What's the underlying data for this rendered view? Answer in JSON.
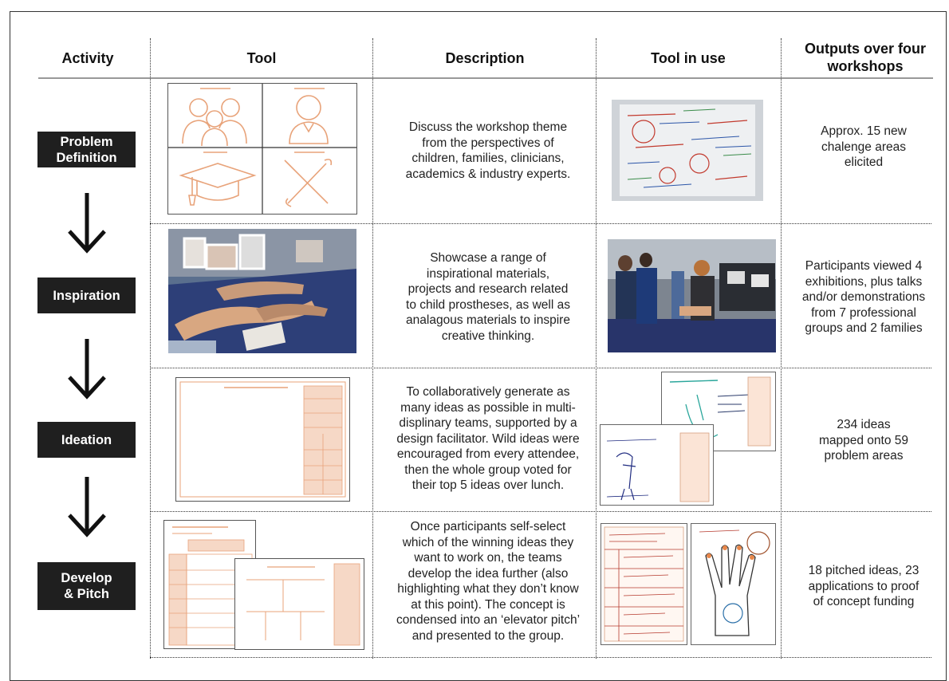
{
  "headers": {
    "activity": "Activity",
    "tool": "Tool",
    "description": "Description",
    "tool_in_use": "Tool in use",
    "outputs_line1": "Outputs over four",
    "outputs_line2": "workshops"
  },
  "rows": [
    {
      "activity_line1": "Problem",
      "activity_line2": "Definition",
      "description": [
        "Discuss the workshop theme",
        "from the perspectives of",
        "children, families, clinicians,",
        "academics & industry experts."
      ],
      "output": [
        "Approx. 15 new",
        "chalenge areas",
        "elicited"
      ]
    },
    {
      "activity_line1": "Inspiration",
      "activity_line2": "",
      "description": [
        "Showcase a range of",
        "inspirational materials,",
        "projects and research related",
        "to child prostheses, as well as",
        "analagous materials to inspire",
        "creative thinking."
      ],
      "output": [
        "Participants viewed 4",
        "exhibitions, plus talks",
        "and/or demonstrations",
        "from 7 professional",
        "groups and 2 families"
      ]
    },
    {
      "activity_line1": "Ideation",
      "activity_line2": "",
      "description": [
        "To collaboratively generate as",
        "many ideas as possible in multi-",
        "displinary teams, supported by a",
        "design facilitator. Wild ideas were",
        "encouraged from every attendee,",
        "then the whole group voted for",
        "their top 5 ideas over lunch."
      ],
      "output": [
        "234 ideas",
        "mapped onto 59",
        "problem areas"
      ]
    },
    {
      "activity_line1": "Develop",
      "activity_line2": "& Pitch",
      "description": [
        "Once participants self-select",
        "which of the winning ideas they",
        "want to work on, the teams",
        "develop the idea further (also",
        "highlighting what they don’t know",
        "at this point). The concept is",
        "condensed into an ‘elevator pitch’",
        "and presented to the group."
      ],
      "output": [
        "18 pitched ideas, 23",
        "applications to proof",
        "of concept funding"
      ]
    }
  ],
  "colors": {
    "activity_box": "#1f1f1f",
    "template_orange": "#e8a37a",
    "template_fill": "#f6d8c6"
  }
}
